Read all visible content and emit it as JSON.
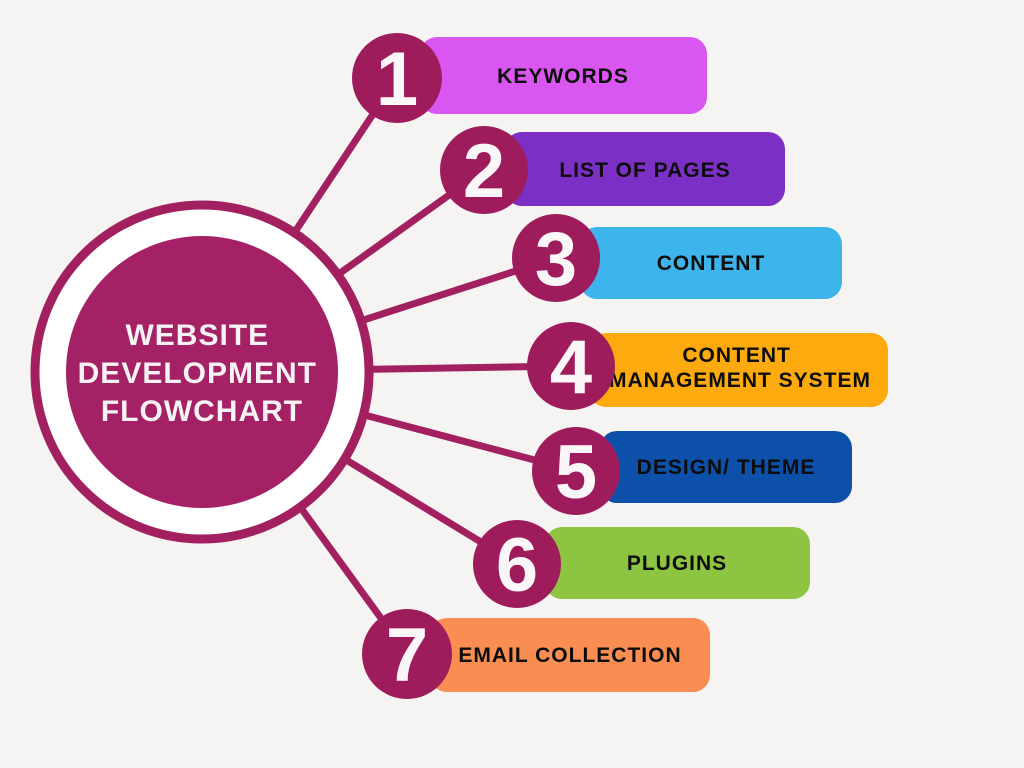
{
  "colors": {
    "background": "#F5F4F2",
    "connector": "#A2205F",
    "ring": "#A2205F",
    "ring_gap": "#FFFFFF",
    "center_fill": "#A52166",
    "node_fill": "#9F1C5C",
    "label_text": "#0D0D0D",
    "number_text": "#FBF7F9",
    "center_text": "#F7F2F4"
  },
  "center": {
    "title_lines": [
      "WEBSITE",
      "DEVELOPMENT",
      "FLOWCHART"
    ]
  },
  "items": [
    {
      "number": "1",
      "label": "KEYWORDS",
      "color": "#D957F0"
    },
    {
      "number": "2",
      "label": "LIST OF PAGES",
      "color": "#7B2FC4"
    },
    {
      "number": "3",
      "label": "CONTENT",
      "color": "#3DB5EC"
    },
    {
      "number": "4",
      "label_line1": "CONTENT",
      "label_line2": "MANAGEMENT SYSTEM",
      "color": "#FCAA0D"
    },
    {
      "number": "5",
      "label": "DESIGN/ THEME",
      "color": "#0C50A9"
    },
    {
      "number": "6",
      "label": "PLUGINS",
      "color": "#8DC441"
    },
    {
      "number": "7",
      "label": "EMAIL COLLECTION",
      "color": "#F98D52"
    }
  ]
}
